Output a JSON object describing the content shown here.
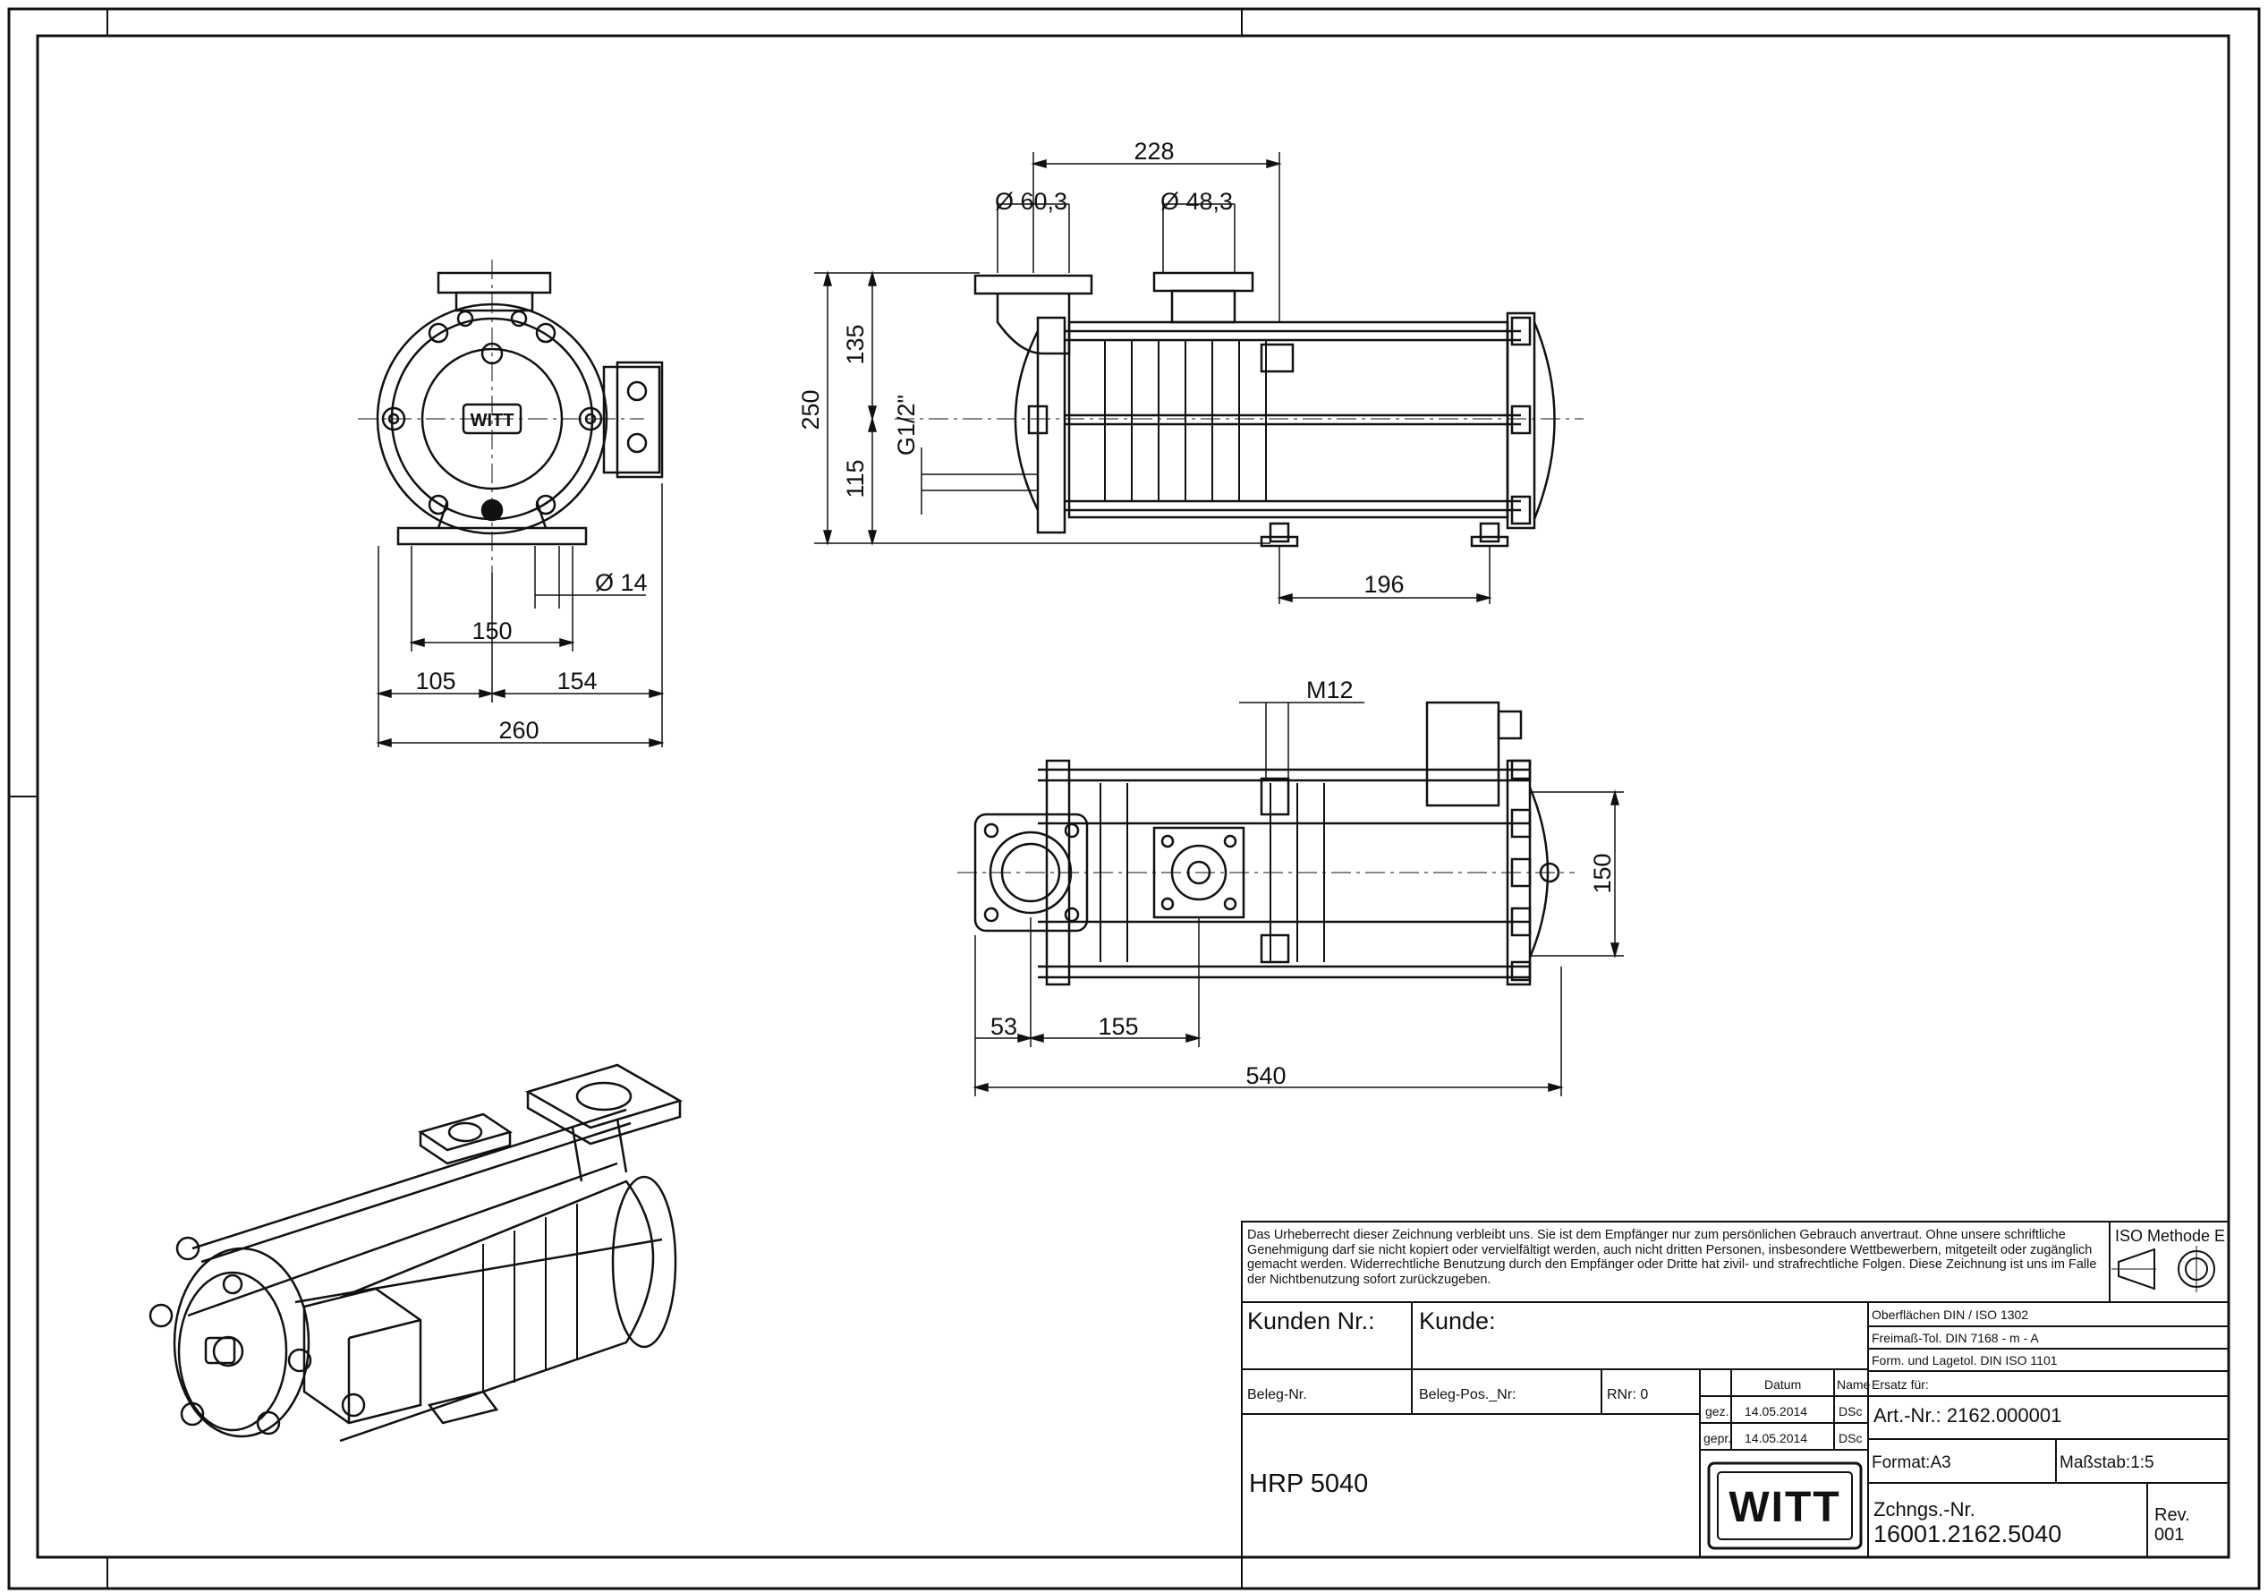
{
  "drawing": {
    "dims": {
      "d228": "228",
      "d_flange1": "60,3",
      "d_flange2": "48,3",
      "d250": "250",
      "d135": "135",
      "d115": "115",
      "thread": "G1/2\"",
      "d196": "196",
      "d14": "14",
      "d150a": "150",
      "d105": "105",
      "d154": "154",
      "d260": "260",
      "m12": "M12",
      "d150b": "150",
      "d53": "53",
      "d155": "155",
      "d540": "540"
    },
    "logo_text": "WITT"
  },
  "title_block": {
    "copyright": "Das Urheberrecht dieser Zeichnung verbleibt uns. Sie ist dem Empfänger nur zum persönlichen Gebrauch anvertraut. Ohne unsere schriftliche Genehmigung darf sie nicht kopiert oder vervielfältigt werden, auch nicht dritten Personen, insbesondere Wettbewerbern, mitgeteilt oder zugänglich gemacht werden. Widerrechtliche Benutzung durch den Empfänger oder Dritte hat zivil- und strafrechtliche Folgen. Diese Zeichnung ist uns im Falle der Nichtbenutzung sofort zurückzugeben.",
    "iso_method": "ISO Methode E",
    "kunden_nr_label": "Kunden Nr.:",
    "kunde_label": "Kunde:",
    "surface": "Oberflächen DIN / ISO 1302",
    "free_tol": "Freimaß-Tol. DIN 7168 - m - A",
    "form_tol": "Form. und Lagetol. DIN ISO 1101",
    "beleg_nr": "Beleg-Nr.",
    "beleg_pos": "Beleg-Pos._Nr:",
    "rnr": "RNr: 0",
    "datum_label": "Datum",
    "name_label": "Name",
    "ersatz": "Ersatz für:",
    "gez_label": "gez.",
    "gez_date": "14.05.2014",
    "gez_name": "DSc",
    "gepr_label": "gepr.",
    "gepr_date": "14.05.2014",
    "gepr_name": "DSc",
    "art_nr": "Art.-Nr.: 2162.000001",
    "format": "Format:A3",
    "massstab": "Maßstab:1:5",
    "title": "HRP 5040",
    "zchn_label": "Zchngs.-Nr.",
    "zchn_nr": "16001.2162.5040",
    "rev_label": "Rev.",
    "rev_value": "001"
  }
}
